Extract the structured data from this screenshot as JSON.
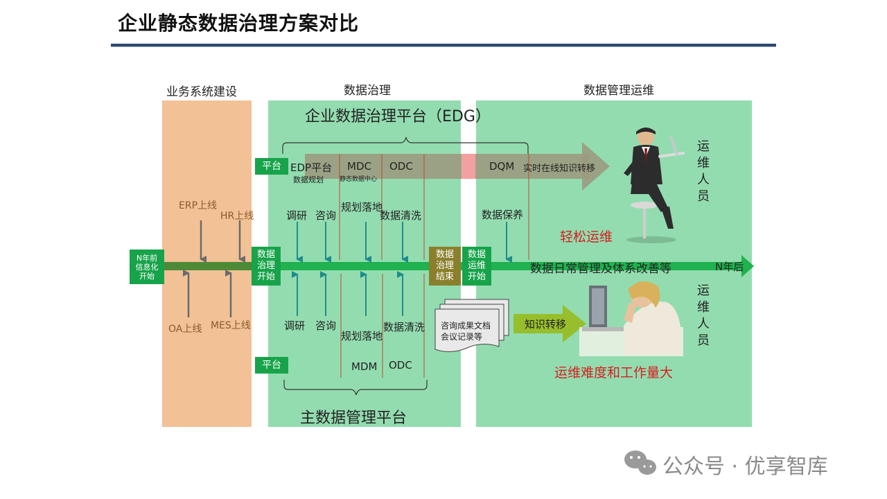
{
  "title": "企业静态数据治理方案对比",
  "sections": {
    "business": "业务系统建设",
    "governance": "数据治理",
    "operations": "数据管理运维"
  },
  "edg_platform": "企业数据治理平台（EDG）",
  "mdm_platform": "主数据管理平台",
  "platform_tag_top": "平台",
  "platform_tag_bottom": "平台",
  "start_box": "N年前\n信息化\n开始",
  "gov_start_box": "数据\n治理\n开始",
  "gov_end_box": "数据\n治理\n结束",
  "ops_start_box": "数据\n运维\n开始",
  "systems_top": [
    "ERP上线",
    "HR上线"
  ],
  "systems_bottom": [
    "OA上线",
    "MES上线"
  ],
  "edg_modules": {
    "edp": "EDP平台",
    "edp_sub": "数据规划",
    "mdc": "MDC",
    "mdc_sub": "静态数据中心",
    "odc": "ODC",
    "dqm": "DQM",
    "transfer": "实时在线知识转移"
  },
  "top_steps": [
    "调研",
    "咨询",
    "规划落地",
    "数据清洗",
    "数据保养"
  ],
  "bottom_steps": [
    "调研",
    "咨询",
    "规划落地",
    "数据清洗"
  ],
  "mdm_modules": {
    "mdm": "MDM",
    "odc": "ODC"
  },
  "timeline_text": "数据日常管理及体系改善等",
  "timeline_end": "N年后",
  "doc_stack": "咨询成果文档\n会议记录等",
  "knowledge_transfer": "知识转移",
  "ops_people_top": [
    "运",
    "维",
    "人",
    "员"
  ],
  "ops_people_bottom": [
    "运",
    "维",
    "人",
    "员"
  ],
  "easy_ops": "轻松运维",
  "hard_ops": "运维难度和工作量大",
  "watermark": "公众号 · 优享智库"
}
